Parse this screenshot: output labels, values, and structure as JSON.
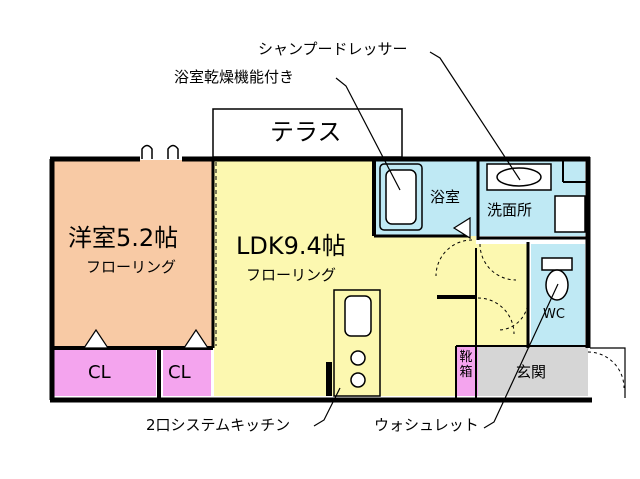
{
  "labels": {
    "western_room": "洋室5.2帖",
    "western_floor": "フローリング",
    "ldk": "LDK9.4帖",
    "ldk_floor": "フローリング",
    "terrace": "テラス",
    "bathroom": "浴室",
    "washroom": "洗面所",
    "wc": "WC",
    "entrance": "玄関",
    "shoe_box": "靴箱",
    "closet_1": "CL",
    "closet_2": "CL"
  },
  "callouts": {
    "shampoo_dresser": "シャンプードレッサー",
    "bath_dryer": "浴室乾燥機能付き",
    "kitchen": "2口システムキッチン",
    "washlet": "ウォシュレット"
  },
  "colors": {
    "western_room": "#f8caa5",
    "ldk": "#fcf8b0",
    "wet_area": "#bfe9f4",
    "closet": "#f4a4ee",
    "entrance": "#d6d6d6",
    "wall": "#000000"
  }
}
